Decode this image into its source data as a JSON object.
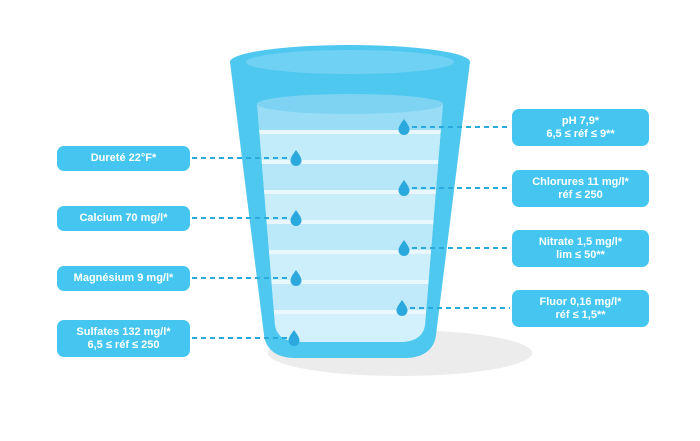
{
  "colors": {
    "accent": "#45C6F0",
    "glass": "#4FC8F0",
    "droplet": "#2BA9DE",
    "connector": "#2AA9DC"
  },
  "labels": {
    "durete": {
      "line1": "Dureté 22°F*"
    },
    "calcium": {
      "line1": "Calcium 70 mg/l*"
    },
    "magnesium": {
      "line1": "Magnésium 9 mg/l*"
    },
    "sulfates": {
      "line1": "Sulfates 132 mg/l*",
      "line2": "6,5 ≤ réf ≤ 250"
    },
    "ph": {
      "line1": "pH 7,9*",
      "line2": "6,5 ≤ réf ≤ 9**"
    },
    "chlorures": {
      "line1": "Chlorures 11 mg/l*",
      "line2": "réf ≤ 250"
    },
    "nitrate": {
      "line1": "Nitrate 1,5 mg/l*",
      "line2": "lim ≤ 50**"
    },
    "fluor": {
      "line1": "Fluor 0,16 mg/l*",
      "line2": "réf ≤ 1,5**"
    }
  }
}
